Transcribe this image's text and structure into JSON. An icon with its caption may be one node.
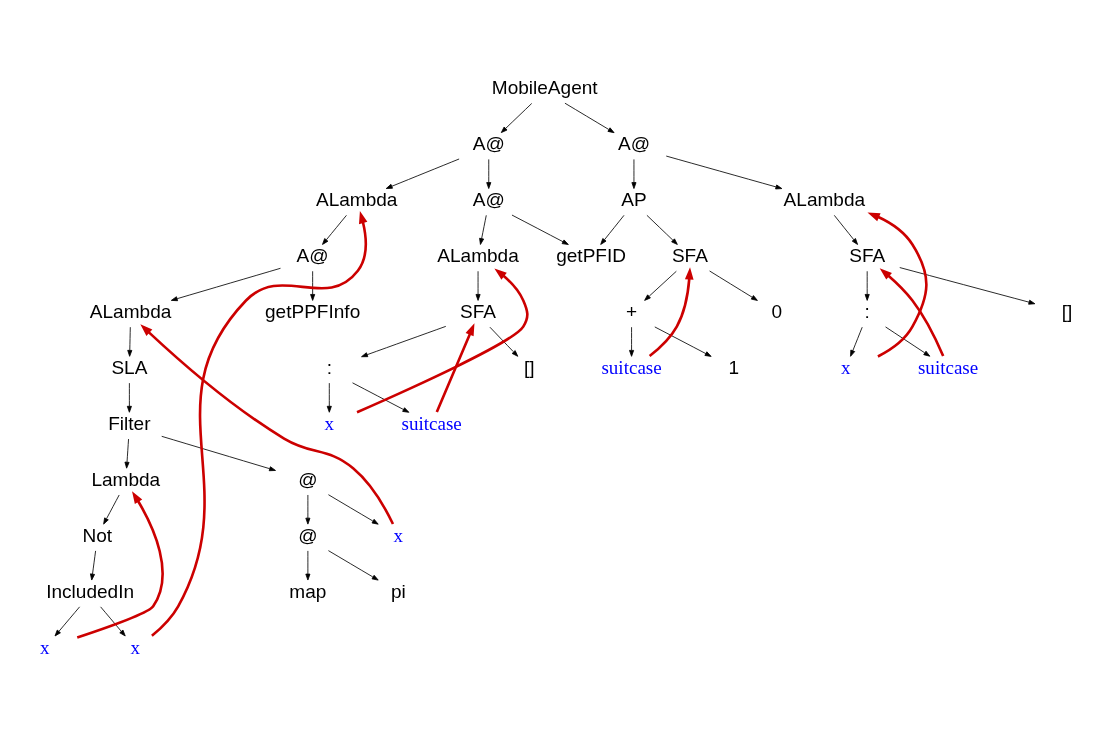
{
  "diagram": {
    "nodes": [
      {
        "text": [
          "MobileAgent"
        ]
      },
      {
        "text": [
          "A@"
        ]
      },
      {
        "text": [
          "A@"
        ]
      },
      {
        "text": [
          "ALambda"
        ]
      },
      {
        "text": [
          "A@"
        ]
      },
      {
        "text": [
          "A@"
        ]
      },
      {
        "text": [
          "ALambda"
        ]
      },
      {
        "text": [
          "getPPFInfo"
        ]
      },
      {
        "text": [
          "SLA"
        ]
      },
      {
        "text": [
          "Filter"
        ]
      },
      {
        "text": [
          "Lambda"
        ]
      },
      {
        "text": [
          "@"
        ]
      },
      {
        "text": [
          "Not"
        ]
      },
      {
        "text": [
          "IncludedIn"
        ]
      },
      {
        "text": [
          "x"
        ]
      },
      {
        "text": [
          "x"
        ]
      },
      {
        "text": [
          "@"
        ]
      },
      {
        "text": [
          "x"
        ]
      },
      {
        "text": [
          "map"
        ]
      },
      {
        "text": [
          "pi"
        ]
      },
      {
        "text": [
          "ALambda"
        ]
      },
      {
        "text": [
          "getPFID"
        ]
      },
      {
        "text": [
          "SFA"
        ]
      },
      {
        "text": [
          ":"
        ]
      },
      {
        "text": [
          "[]"
        ]
      },
      {
        "text": [
          "x"
        ]
      },
      {
        "text": [
          "suitcase"
        ]
      },
      {
        "text": [
          "ALambda"
        ]
      },
      {
        "text": [
          "AP"
        ]
      },
      {
        "text": [
          "SFA"
        ]
      },
      {
        "text": [
          ":"
        ]
      },
      {
        "text": [
          "[]"
        ]
      },
      {
        "text": [
          "x"
        ]
      },
      {
        "text": [
          "suitcase"
        ]
      },
      {
        "text": [
          "SFA"
        ]
      },
      {
        "text": [
          "+"
        ]
      },
      {
        "text": [
          "0"
        ]
      },
      {
        "text": [
          "suitcase"
        ]
      },
      {
        "text": [
          "1"
        ]
      }
    ],
    "edges": [
      {
        "from": 0,
        "to": 1,
        "arrow": "to"
      },
      {
        "from": 0,
        "to": 2,
        "arrow": "to"
      },
      {
        "from": 1,
        "to": 3,
        "arrow": "to"
      },
      {
        "from": 1,
        "to": 4,
        "arrow": "to"
      },
      {
        "from": 3,
        "to": 5,
        "arrow": "to"
      },
      {
        "from": 5,
        "to": 6,
        "arrow": "to"
      },
      {
        "from": 5,
        "to": 7,
        "arrow": "to"
      },
      {
        "from": 6,
        "to": 8,
        "arrow": "to"
      },
      {
        "from": 8,
        "to": 9,
        "arrow": "to"
      },
      {
        "from": 9,
        "to": 10,
        "arrow": "to"
      },
      {
        "from": 9,
        "to": 11,
        "arrow": "to"
      },
      {
        "from": 10,
        "to": 12,
        "arrow": "to"
      },
      {
        "from": 12,
        "to": 13,
        "arrow": "to"
      },
      {
        "from": 13,
        "to": 14,
        "arrow": "to"
      },
      {
        "from": 13,
        "to": 15,
        "arrow": "to"
      },
      {
        "from": 11,
        "to": 16,
        "arrow": "to"
      },
      {
        "from": 11,
        "to": 17,
        "arrow": "to"
      },
      {
        "from": 16,
        "to": 18,
        "arrow": "to"
      },
      {
        "from": 16,
        "to": 19,
        "arrow": "to"
      },
      {
        "from": 4,
        "to": 20,
        "arrow": "to"
      },
      {
        "from": 4,
        "to": 21,
        "arrow": "to"
      },
      {
        "from": 20,
        "to": 22,
        "arrow": "to"
      },
      {
        "from": 22,
        "to": 23,
        "arrow": "to"
      },
      {
        "from": 22,
        "to": 24,
        "arrow": "to"
      },
      {
        "from": 23,
        "to": 25,
        "arrow": "to"
      },
      {
        "from": 23,
        "to": 26,
        "arrow": "to"
      },
      {
        "from": 2,
        "to": 27,
        "arrow": "to"
      },
      {
        "from": 2,
        "to": 28,
        "arrow": "to"
      },
      {
        "from": 27,
        "to": 29,
        "arrow": "to"
      },
      {
        "from": 29,
        "to": 30,
        "arrow": "to"
      },
      {
        "from": 29,
        "to": 31,
        "arrow": "to"
      },
      {
        "from": 30,
        "to": 32,
        "arrow": "to"
      },
      {
        "from": 30,
        "to": 33,
        "arrow": "to"
      },
      {
        "from": 28,
        "to": 34,
        "arrow": "to"
      },
      {
        "from": 28,
        "to": 21,
        "arrow": "to"
      },
      {
        "from": 34,
        "to": 35,
        "arrow": "to"
      },
      {
        "from": 34,
        "to": 36,
        "arrow": "to"
      },
      {
        "from": 35,
        "to": 37,
        "arrow": "to"
      },
      {
        "from": 35,
        "to": 38,
        "arrow": "to"
      },
      {
        "from": 15,
        "to": 3,
        "arrow": "to",
        "style": "thick",
        "color": "#cc0000"
      },
      {
        "from": 17,
        "to": 6,
        "arrow": "to",
        "style": "thick",
        "color": "#cc0000"
      },
      {
        "from": 14,
        "to": 10,
        "arrow": "to",
        "style": "thick",
        "color": "#cc0000"
      },
      {
        "from": 25,
        "to": 20,
        "arrow": "to",
        "style": "thick",
        "color": "#cc0000"
      },
      {
        "from": 26,
        "to": 22,
        "arrow": "to",
        "style": "thick",
        "color": "#cc0000"
      },
      {
        "from": 32,
        "to": 27,
        "arrow": "to",
        "style": "thick",
        "color": "#cc0000"
      },
      {
        "from": 33,
        "to": 29,
        "arrow": "to",
        "style": "thick",
        "color": "#cc0000"
      },
      {
        "from": 37,
        "to": 34,
        "arrow": "to",
        "style": "thick",
        "color": "#cc0000"
      }
    ]
  }
}
